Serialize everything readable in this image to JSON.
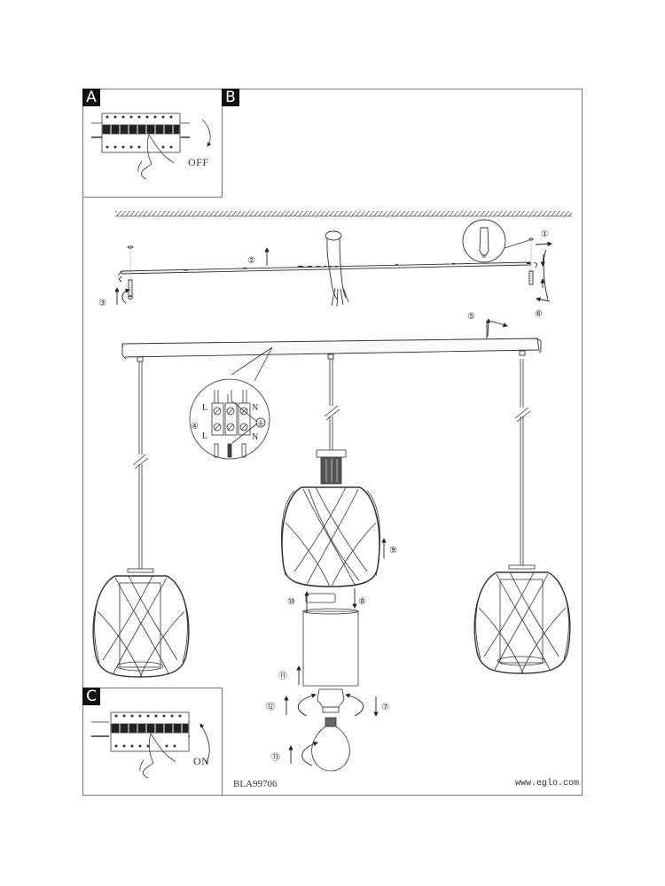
{
  "document": {
    "type": "assembly-instructions",
    "brand_url": "www.eglo.com",
    "product_code": "BLA99706"
  },
  "panels": {
    "a": {
      "badge": "A",
      "caption": "OFF",
      "description": "Switch circuit breaker off"
    },
    "b": {
      "badge": "B",
      "description": "Main mounting and assembly diagram"
    },
    "c": {
      "badge": "C",
      "caption": "ON",
      "description": "Switch circuit breaker on"
    }
  },
  "steps": [
    {
      "number": "1",
      "symbol": "①"
    },
    {
      "number": "2",
      "symbol": "②"
    },
    {
      "number": "3",
      "symbol": "③"
    },
    {
      "number": "4",
      "symbol": "④"
    },
    {
      "number": "5",
      "symbol": "⑤"
    },
    {
      "number": "6",
      "symbol": "⑥"
    },
    {
      "number": "7",
      "symbol": "⑦"
    },
    {
      "number": "8",
      "symbol": "⑧"
    },
    {
      "number": "9",
      "symbol": "⑨"
    },
    {
      "number": "10",
      "symbol": "⑩"
    },
    {
      "number": "11",
      "symbol": "⑪"
    },
    {
      "number": "12",
      "symbol": "⑫"
    },
    {
      "number": "13",
      "symbol": "⑬"
    }
  ],
  "wiring": {
    "terminal_left_top": "L",
    "terminal_left_bottom": "L",
    "terminal_right_top": "N",
    "terminal_right_bottom": "N",
    "ground_icon": "earth-ground-icon"
  },
  "pendants": {
    "count": 3,
    "style": "wire-cage-with-inner-cylinder"
  },
  "colors": {
    "line": "#333333",
    "frame": "#777777",
    "badge_bg": "#111111",
    "badge_fg": "#ffffff"
  }
}
